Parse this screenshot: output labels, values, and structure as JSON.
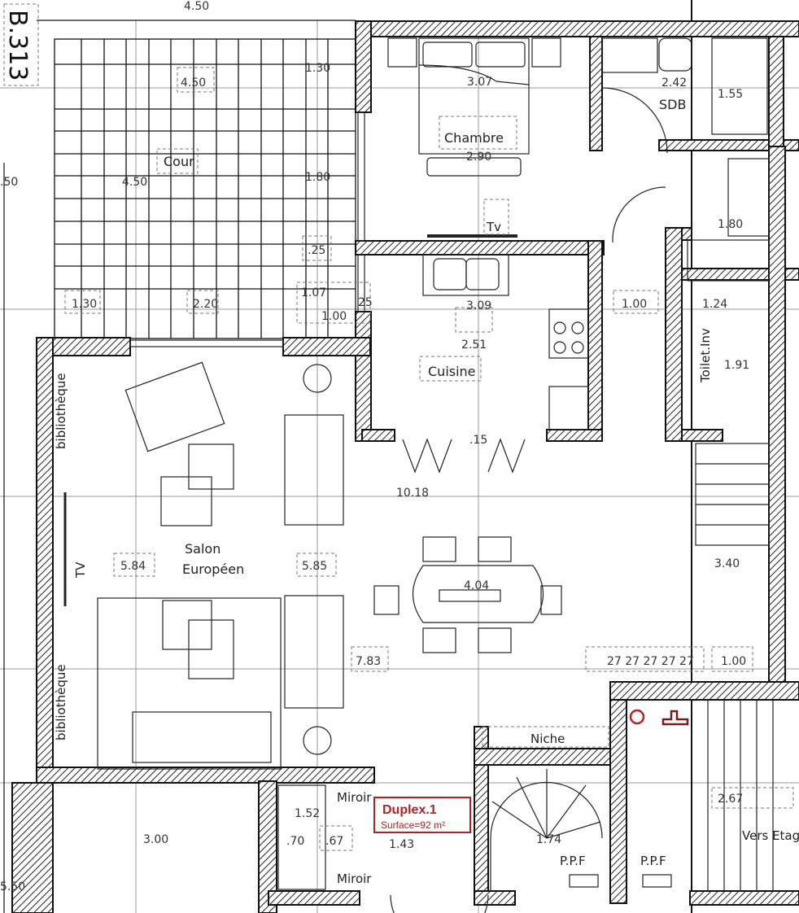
{
  "plan": {
    "sheet_code": "B.313",
    "accent_color": "#b22222",
    "rooms": {
      "cour": "Cour",
      "chambre": "Chambre",
      "sdb": "SDB",
      "cuisine": "Cuisine",
      "salon_1": "Salon",
      "salon_2": "Européen",
      "toilet": "Toilet.Inv",
      "niche": "Niche",
      "tv_chambre": "Tv",
      "tv_salon": "TV",
      "biblio_top": "bibliothèque",
      "biblio_bottom": "bibliothèque",
      "miroir_top": "Miroir",
      "miroir_bottom": "Miroir",
      "ppf_1": "P.P.F",
      "ppf_2": "P.P.F",
      "vers_etage": "Vers Etage"
    },
    "title_box": {
      "name": "Duplex.1",
      "surface": "Surface=92 m²"
    },
    "dimensions": {
      "d_top": "4.50",
      "d_cour_w": "4.50",
      "d_cour_h": "4.50",
      "d_130_top": "1.30",
      "d_180": "1.80",
      "d_25a": ".25",
      "d_130_bot": "1.30",
      "d_220": "2.20",
      "d_107": "1.07",
      "d_100a": "1.00",
      "d_25b": "25",
      "d_left_50": ".50",
      "d_307": "3.07",
      "d_290": "2.90",
      "d_242": "2.42",
      "d_155": "1.55",
      "d_180b": "1.80",
      "d_309": "3.09",
      "d_100b": "1.00",
      "d_124": "1.24",
      "d_251": "2.51",
      "d_191": "1.91",
      "d_15": ".15",
      "d_1018": "10.18",
      "d_584": "5.84",
      "d_585": "5.85",
      "d_404": "4.04",
      "d_340": "3.40",
      "d_783": "7.83",
      "d_27s": "27 27 27 27 27",
      "d_100c": "1.00",
      "d_152": "1.52",
      "d_300": "3.00",
      "d_70": ".70",
      "d_67": ".67",
      "d_143": "1.43",
      "d_174": "1.74",
      "d_267": "2.67",
      "d_550": "5.50"
    }
  }
}
